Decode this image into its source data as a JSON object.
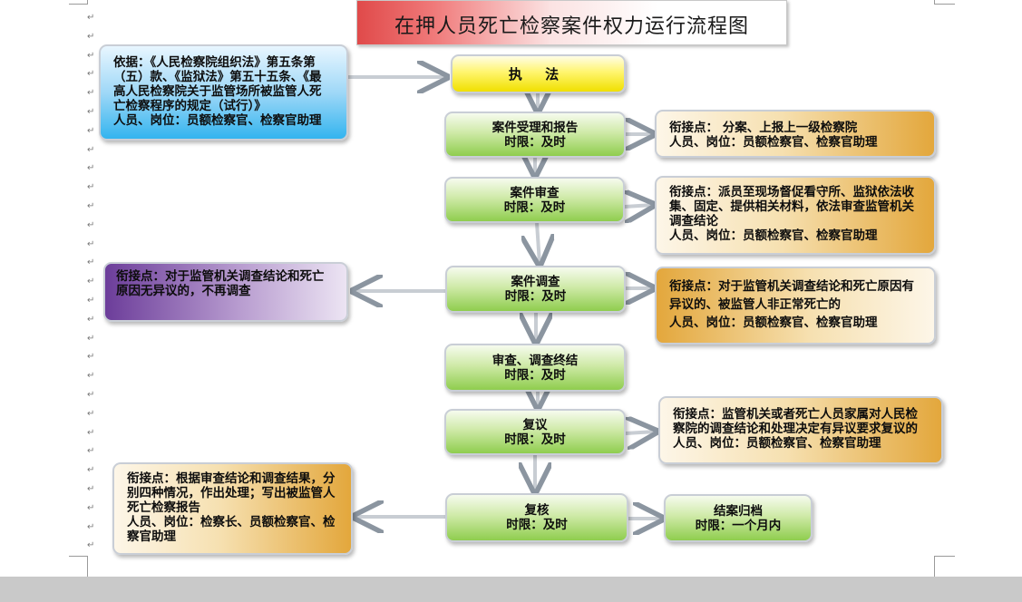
{
  "title": "在押人员死亡检察案件权力运行流程图",
  "para_mark": "↵",
  "basis": {
    "lines": [
      "依据：《人民检察院组织法》第五条第",
      "（五）款、《监狱法》第五十五条、《最",
      "高人民检察院关于监管场所被监管人死",
      "亡检察程序的规定（试行）》",
      "人员、岗位：员额检察官、检察官助理"
    ]
  },
  "exec_label": "执 法",
  "steps": [
    {
      "name": "案件受理和报告",
      "limit": "时限：及时"
    },
    {
      "name": "案件审查",
      "limit": "时限：及时"
    },
    {
      "name": "案件调查",
      "limit": "时限：及时"
    },
    {
      "name": "审查、调查终结",
      "limit": "时限：及时"
    },
    {
      "name": "复议",
      "limit": "时限：及时"
    },
    {
      "name": "复核",
      "limit": "时限：及时"
    },
    {
      "name": "结案归档",
      "limit": "时限：一个月内"
    }
  ],
  "right_notes": [
    {
      "lines": [
        "衔接点： 分案、上报上一级检察院",
        "人员、岗位：员额检察官、检察官助理"
      ]
    },
    {
      "lines": [
        "衔接点：派员至现场督促看守所、监狱依法收",
        "集、固定、提供相关材料，依法审查监管机关",
        "调查结论",
        "人员、岗位：员额检察官、检察官助理"
      ]
    },
    {
      "lines": [
        "衔接点：对于监管机关调查结论和死亡原因有",
        "异议的、被监管人非正常死亡的",
        "人员、岗位：员额检察官、检察官助理"
      ]
    },
    {
      "lines": [
        "衔接点：监管机关或者死亡人员家属对人民检",
        "察院的调查结论和处理决定有异议要求复议的",
        "人员、岗位：员额检察官、检察官助理"
      ]
    }
  ],
  "left_notes": [
    {
      "lines": [
        "衔接点：对于监管机关调查结论和死亡",
        "原因无异议的，不再调查"
      ]
    },
    {
      "lines": [
        "衔接点：根据审查结论和调查结果，分",
        "别四种情况，作出处理；写出被监管人",
        "死亡检察报告",
        "人员、岗位：检察长、员额检察官、检",
        "察官助理"
      ]
    }
  ],
  "colors": {
    "step_green": "#8fcd4e",
    "exec_yellow": "#fff56e",
    "basis_blue": "#33b4ef",
    "note_gold": "#e3a73c",
    "note_purple": "#6c3d9a",
    "title_red": "#e04a4a"
  }
}
